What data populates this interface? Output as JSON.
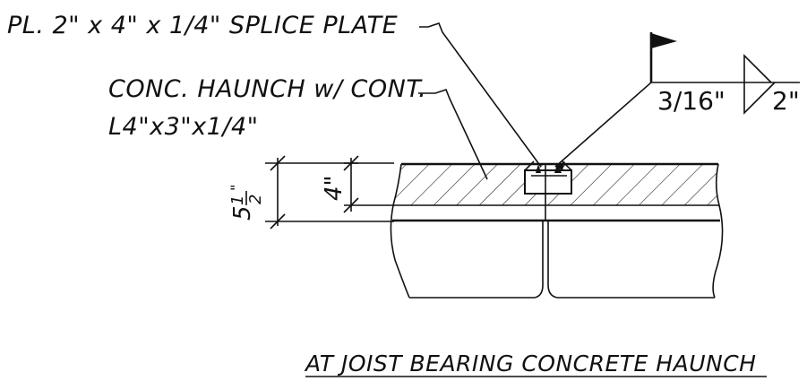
{
  "labels": {
    "splice_plate": "PL. 2\" x 4\" x 1/4\" SPLICE PLATE",
    "haunch_line1": "CONC. HAUNCH w/ CONT.",
    "haunch_line2": "L4\"x3\"x1/4\"",
    "weld_size": "3/16\"",
    "weld_length": "2\"",
    "title": "AT JOIST BEARING CONCRETE HAUNCH"
  },
  "dimensions": {
    "overall_whole": "5",
    "overall_num": "1",
    "overall_den": "2",
    "overall_mark": "\"",
    "inner": "4\""
  }
}
